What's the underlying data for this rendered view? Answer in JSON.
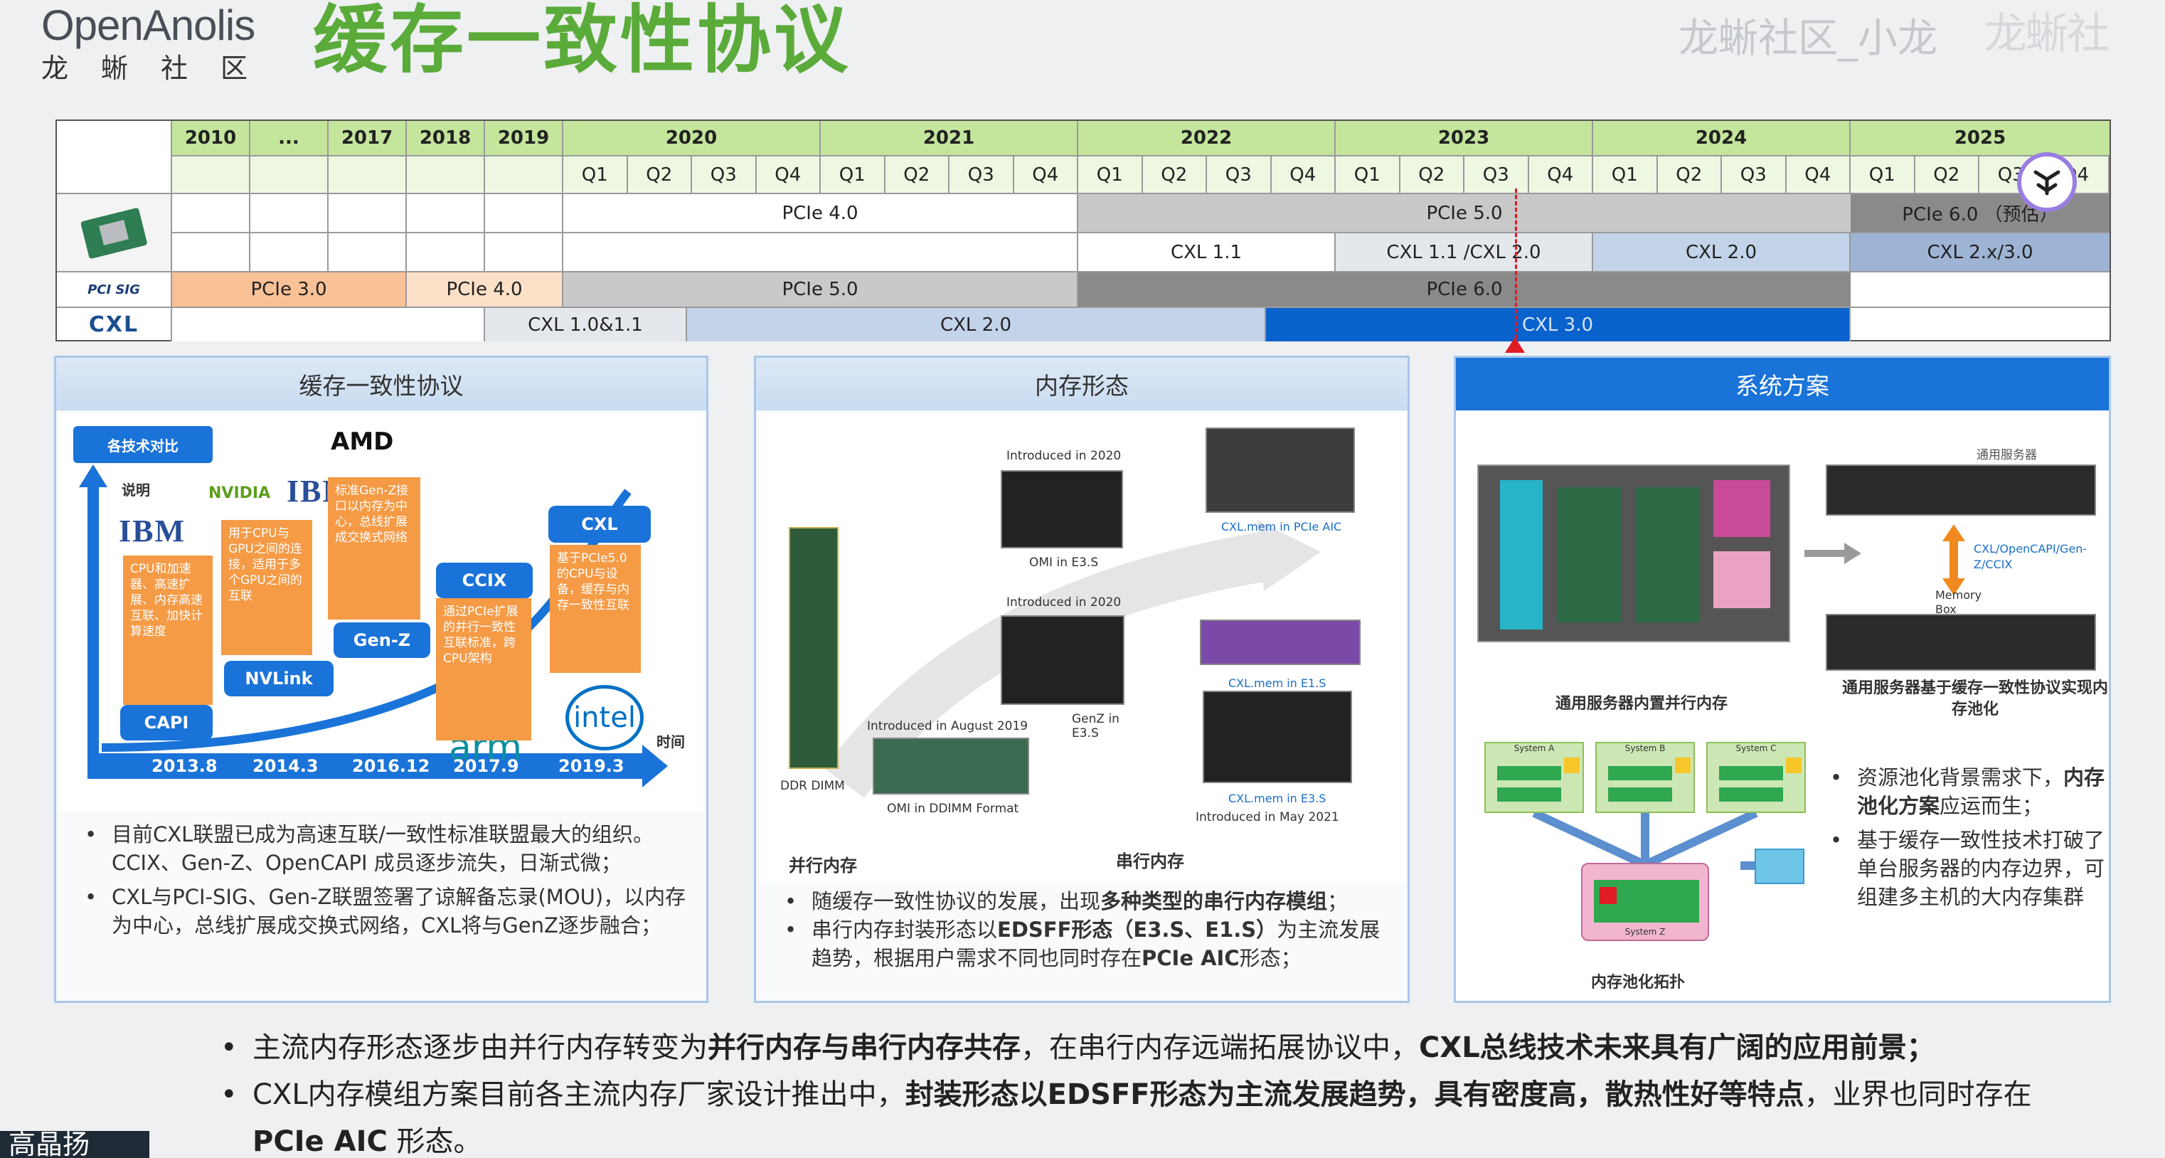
{
  "header": {
    "logo": "OpenAnolis",
    "logo_sub": "龙蜥社区",
    "title": "缓存一致性协议",
    "watermark": "龙蜥社区_小龙",
    "watermark2": "龙蜥社"
  },
  "timeline": {
    "years": [
      "2010",
      "...",
      "2017",
      "2018",
      "2019",
      "2020",
      "2021",
      "2022",
      "2023",
      "2024",
      "2025"
    ],
    "quarters": [
      "Q1",
      "Q2",
      "Q3",
      "Q4"
    ],
    "bars": {
      "pcie4_server": "PCIe 4.0",
      "pcie5_server": "PCIe 5.0",
      "pcie6_server": "PCIe 6.0 （预估）",
      "cxl11": "CXL 1.1",
      "cxl11_20": "CXL 1.1 /CXL 2.0",
      "cxl20_a": "CXL 2.0",
      "cxl2x3": "CXL 2.x/3.0",
      "pcie30": "PCIe 3.0",
      "pcie40": "PCIe 4.0",
      "pcie50": "PCIe 5.0",
      "pcie60": "PCIe 6.0",
      "cxl10": "CXL 1.0&1.1",
      "cxl20_b": "CXL 2.0",
      "cxl30": "CXL 3.0"
    },
    "row_logos": {
      "pcisig": "PCI SIG",
      "cxl": "CXL"
    },
    "colors": {
      "year_bg": "#c4e59c",
      "pcie_orange": "#f8c196",
      "gray": "#c9c9c9",
      "dark_gray": "#8a8a8a",
      "blue_light": "#c3d3ea",
      "blue_mid": "#9eb4d4",
      "blue_dark": "#0a62cc",
      "marker_red": "#e01b24"
    }
  },
  "panel1": {
    "title": "缓存一致性协议",
    "tag": "各技术对比",
    "legend": "说明",
    "brands": {
      "nvidia": "NVIDIA",
      "ibm": "IBM",
      "ibm2": "IBM",
      "amd": "AMD",
      "arm": "arm",
      "intel": "intel"
    },
    "pills": [
      "CAPI",
      "NVLink",
      "Gen-Z",
      "CCIX",
      "CXL"
    ],
    "box_texts": [
      "CPU和加速器、高速扩展、内存高速互联、加快计算速度",
      "用于CPU与GPU之间的连接，适用于多个GPU之间的互联",
      "标准Gen-Z接口以内存为中心，总线扩展成交换式网络",
      "通过PCIe扩展的并行一致性互联标准，跨CPU架构",
      "基于PCIe5.0的CPU与设备，缓存与内存一致性互联"
    ],
    "dates": [
      "2013.8",
      "2014.3",
      "2016.12",
      "2017.9",
      "2019.3"
    ],
    "time_label": "时间",
    "notes": [
      "目前CXL联盟已成为高速互联/一致性标准联盟最大的组织。CCIX、Gen-Z、OpenCAPI 成员逐步流失，日渐式微；",
      "CXL与PCI-SIG、Gen-Z联盟签署了谅解备忘录(MOU)，以内存为中心，总线扩展成交换式网络，CXL将与GenZ逐步融合；"
    ]
  },
  "panel2": {
    "title": "内存形态",
    "labels": {
      "intro2020a": "Introduced in 2020",
      "omi_e3s": "OMI in E3.S",
      "cxl_aic": "CXL.mem in PCIe AIC",
      "intro2020b": "Introduced in 2020",
      "genz_e3s": "GenZ in E3.S",
      "cxl_e1s": "CXL.mem in E1.S",
      "intro2019": "Introduced in August 2019",
      "omi_ddimm": "OMI in DDIMM Format",
      "cxl_e3s": "CXL.mem in E3.S",
      "intro2021": "Introduced in May 2021",
      "ddr_dimm": "DDR DIMM",
      "parallel": "并行内存",
      "serial": "串行内存"
    },
    "notes": [
      {
        "pre": "随缓存一致性协议的发展，出现",
        "bold": "多种类型的串行内存模组",
        "post": "；"
      },
      {
        "pre": "串行内存封装形态以",
        "bold": "EDSFF形态（E3.S、E1.S）",
        "post": "为主流发展趋势，根据用户需求不同也同时存在",
        "bold2": "PCIe AIC",
        "post2": "形态；"
      }
    ]
  },
  "panel3": {
    "title": "系统方案",
    "labels": {
      "server_top": "通用服务器",
      "link": "CXL/OpenCAPI/Gen-Z/CCIX",
      "memory_box": "Memory Box",
      "left_caption": "通用服务器内置并行内存",
      "right_caption": "通用服务器基于缓存一致性协议实现内存池化",
      "pool_topo": "内存池化拓扑",
      "sys_a": "System A",
      "sys_b": "System B",
      "sys_c": "System C",
      "sys_z": "System Z"
    },
    "notes": [
      {
        "pre": "资源池化背景需求下，",
        "bold": "内存池化方案",
        "post": "应运而生；"
      },
      {
        "pre": "基于缓存一致性技术打破了单台服务器的内存边界，可组建多主机的大内存集群",
        "bold": "",
        "post": ""
      }
    ]
  },
  "bottom": {
    "line1": {
      "pre": "主流内存形态逐步由并行内存转变为",
      "bold": "并行内存与串行内存共存",
      "mid": "，在串行内存远端拓展协议中，",
      "bold2": "CXL总线技术未来具有广阔的应用前景；"
    },
    "line2": {
      "pre": "CXL内存模组方案目前各主流内存厂家设计推出中，",
      "bold": "封装形态以EDSFF形态为主流发展趋势，具有密度高，散热性好等特点",
      "post": "，业界也同时存在",
      "bold2": "PCIe AIC",
      "post2": " 形态。"
    }
  },
  "presenter": "高晶扬"
}
